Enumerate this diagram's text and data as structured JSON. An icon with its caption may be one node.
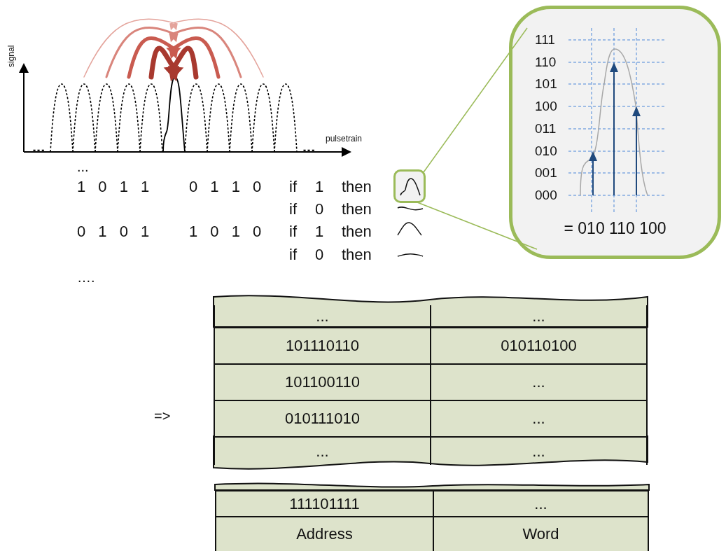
{
  "diagram": {
    "nodes": [
      {
        "text": [],
        "shape": "box"
      },
      {
        "text": [
          "= 010 110 100"
        ]
      }
    ],
    "edges": [
      {
        "from": 0,
        "to": 1,
        "arrow": "none"
      },
      {
        "from": 0,
        "to": 1,
        "arrow": "none"
      }
    ],
    "labels": [
      "signal",
      "...",
      "pulsetrain",
      "...",
      "...",
      "1 0 1 1",
      "0 1 1 0",
      "if",
      "1",
      "then",
      "if",
      "0",
      "then",
      "0 1 0 1",
      "1 0 1 0",
      "if",
      "1",
      "then",
      "if",
      "0",
      "then",
      "….",
      "111",
      "110",
      "101",
      "100",
      "011",
      "010",
      "001",
      "000",
      "=>",
      "...",
      "...",
      "101110110",
      "010110100",
      "101100110",
      "...",
      "010111010",
      "...",
      "...",
      "...",
      "111101111",
      "...",
      "Address",
      "Word"
    ]
  }
}
